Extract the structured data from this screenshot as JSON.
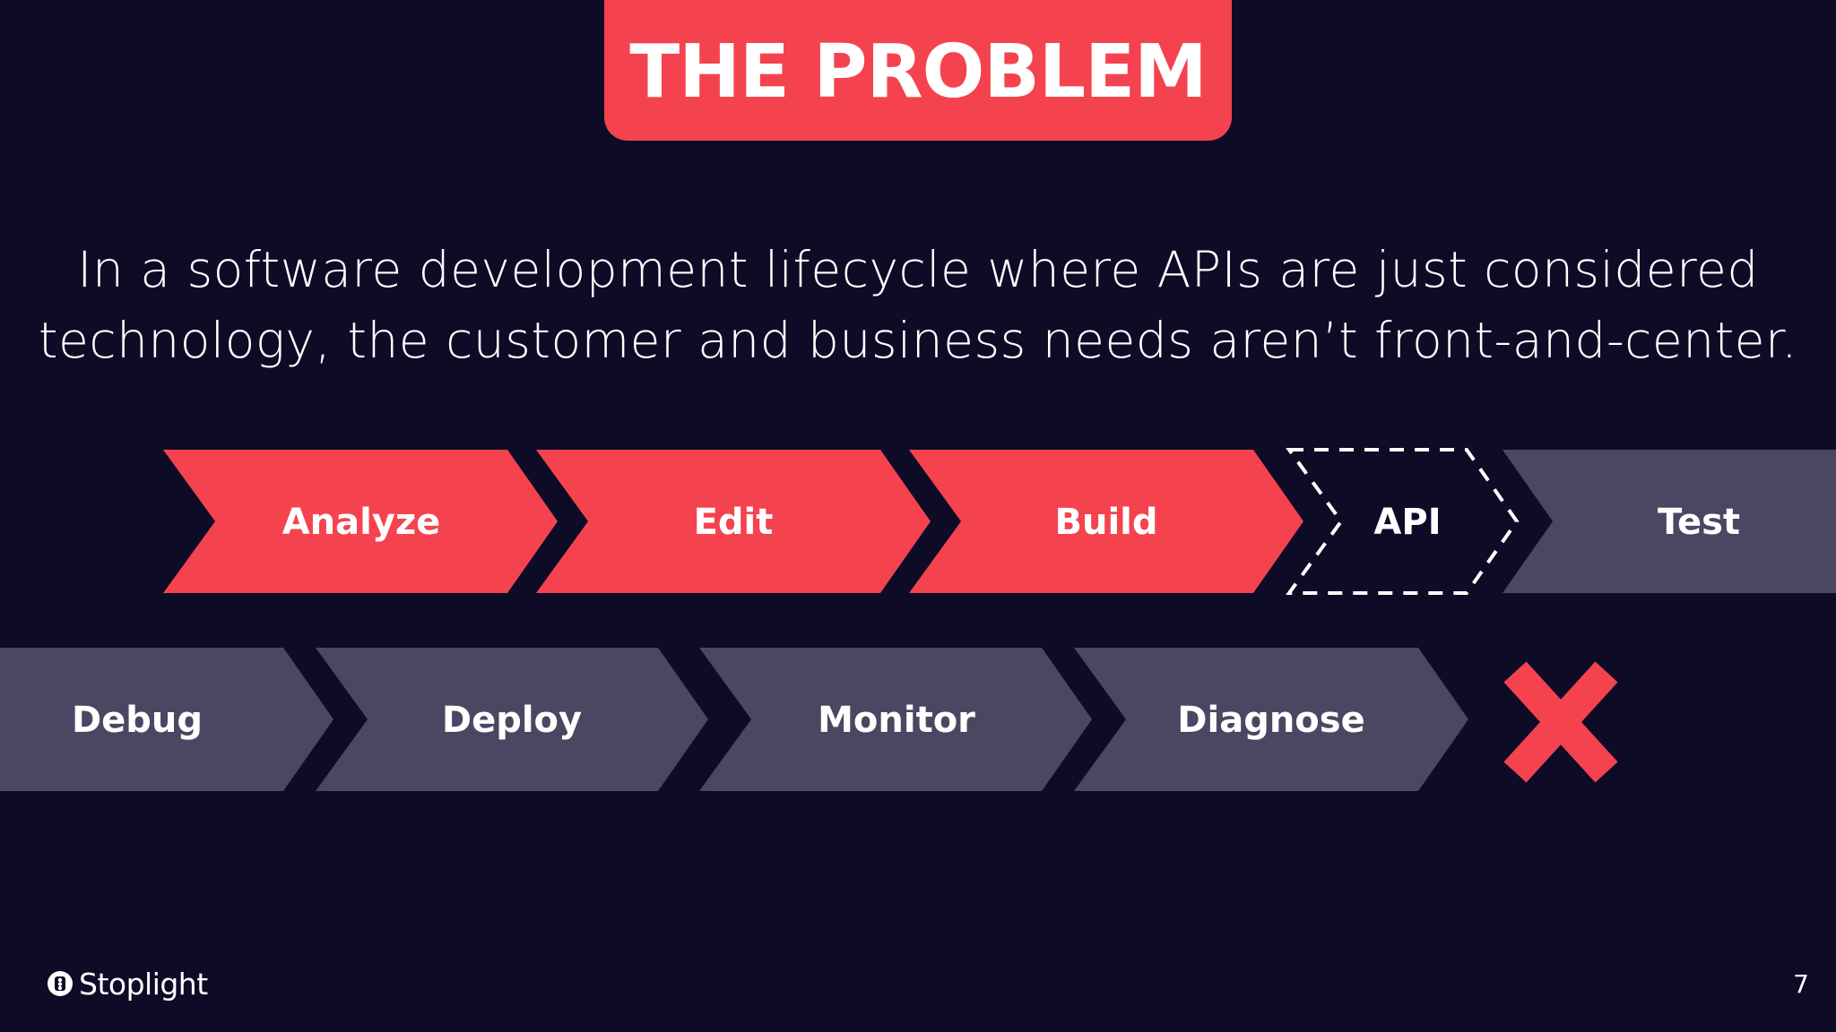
{
  "slide": {
    "title": "THE PROBLEM",
    "subtitle_lines": [
      "In a software development lifecycle where APIs are just considered",
      "technology, the customer and business needs aren’t front-and-center."
    ],
    "page_number": "7"
  },
  "brand": {
    "name": "Stoplight",
    "logo_icon": "stoplight-logo-icon"
  },
  "colors": {
    "background": "#0e0b27",
    "accent_red": "#f4434f",
    "muted_gray": "#4b4762",
    "text": "#ffffff"
  },
  "flow": {
    "row1": [
      {
        "label": "Analyze",
        "style": "red"
      },
      {
        "label": "Edit",
        "style": "red"
      },
      {
        "label": "Build",
        "style": "red"
      },
      {
        "label": "API",
        "style": "dashed"
      },
      {
        "label": "Test",
        "style": "gray"
      }
    ],
    "row2": [
      {
        "label": "Debug",
        "style": "gray"
      },
      {
        "label": "Deploy",
        "style": "gray"
      },
      {
        "label": "Monitor",
        "style": "gray"
      },
      {
        "label": "Diagnose",
        "style": "gray"
      }
    ],
    "end_marker": {
      "icon": "x-mark-icon",
      "color": "#f4434f"
    }
  }
}
